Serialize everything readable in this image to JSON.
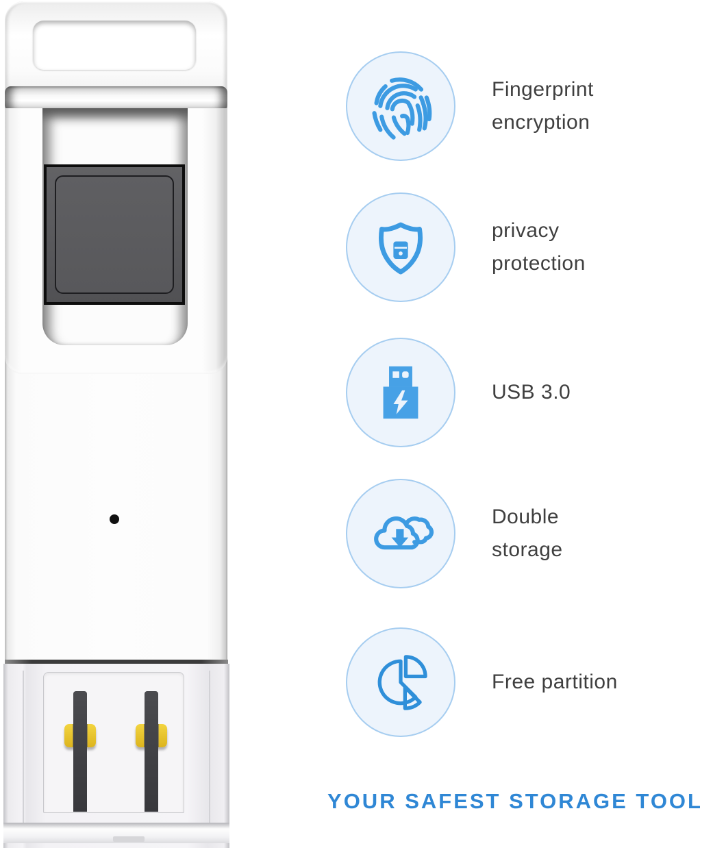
{
  "product": {
    "device_name": "fingerprint-encrypted-usb-flash-drive"
  },
  "features": [
    {
      "icon": "fingerprint-icon",
      "label": "Fingerprint\nencryption"
    },
    {
      "icon": "shield-lock-icon",
      "label": "privacy\nprotection"
    },
    {
      "icon": "usb-plug-icon",
      "label": "USB 3.0"
    },
    {
      "icon": "cloud-download-icon",
      "label": "Double\nstorage"
    },
    {
      "icon": "pie-chart-icon",
      "label": "Free partition"
    }
  ],
  "tagline": "YOUR SAFEST STORAGE TOOL",
  "colors": {
    "accent_blue": "#3d9be2",
    "accent_blue_dark": "#2f8fd9",
    "icon_circle_fill": "#edf4fc",
    "icon_circle_border": "#a6cdf0",
    "label_gray": "#3f3f3f",
    "tagline_blue": "#2f87d5",
    "contact_gold": "#e6c52e",
    "sensor_gray": "#58585b"
  }
}
